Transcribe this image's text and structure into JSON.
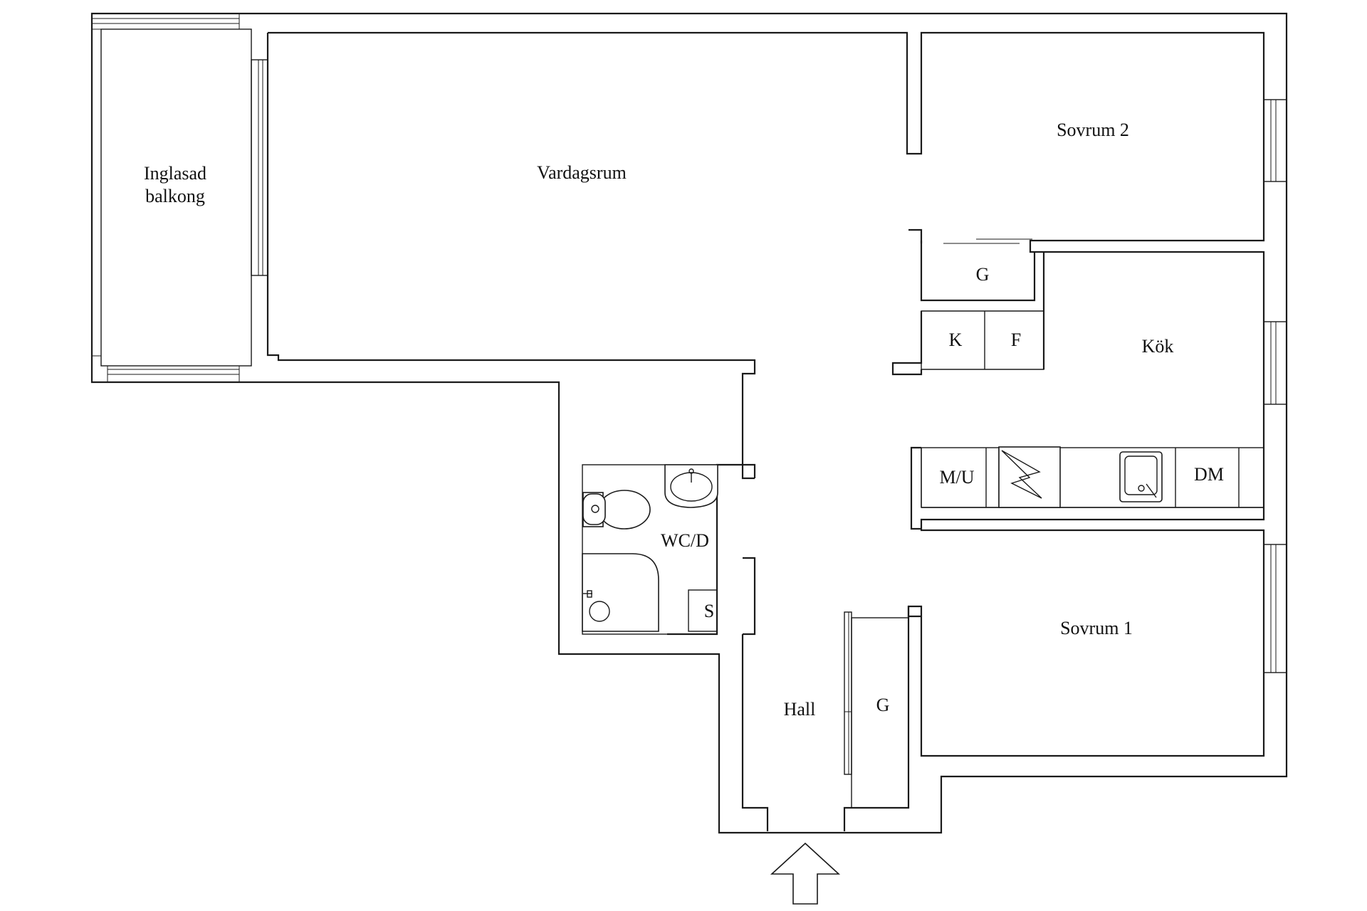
{
  "floorplan": {
    "rooms": {
      "balcony_line1": "Inglasad",
      "balcony_line2": "balkong",
      "living": "Vardagsrum",
      "bedroom2": "Sovrum 2",
      "bedroom1": "Sovrum 1",
      "kitchen": "Kök",
      "bathroom": "WC/D",
      "hall": "Hall"
    },
    "fixtures": {
      "wardrobe_top": "G",
      "fridge_k": "K",
      "freezer_f": "F",
      "microwave_oven": "M/U",
      "dishwasher": "DM",
      "storage_s": "S",
      "wardrobe_hall": "G"
    },
    "icons": {
      "entrance": "entrance-arrow-icon",
      "stove": "stove-icon",
      "sink": "kitchen-sink-icon",
      "toilet": "toilet-icon",
      "washbasin": "washbasin-icon",
      "shower": "shower-icon"
    }
  }
}
